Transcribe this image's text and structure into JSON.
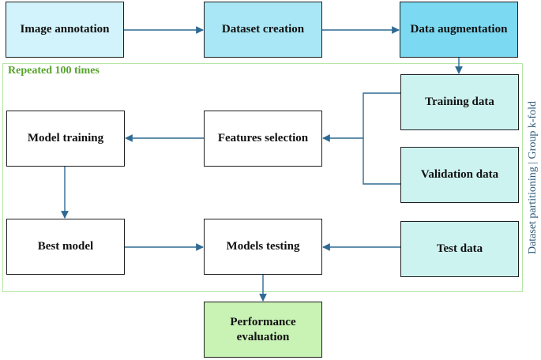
{
  "diagram": {
    "repeat_label": "Repeated 100 times",
    "side_label": "Dataset partitioning | Group k-fold",
    "nodes": {
      "image_annotation": "Image annotation",
      "dataset_creation": "Dataset creation",
      "data_augmentation": "Data augmentation",
      "training_data": "Training data",
      "validation_data": "Validation data",
      "test_data": "Test data",
      "features_selection": "Features selection",
      "model_training": "Model training",
      "best_model": "Best model",
      "models_testing": "Models testing",
      "performance_evaluation": "Performance evaluation"
    },
    "colors": {
      "connector": "#2e6a93",
      "region_border": "#b7e6a6",
      "region_label": "#56a32c"
    }
  }
}
